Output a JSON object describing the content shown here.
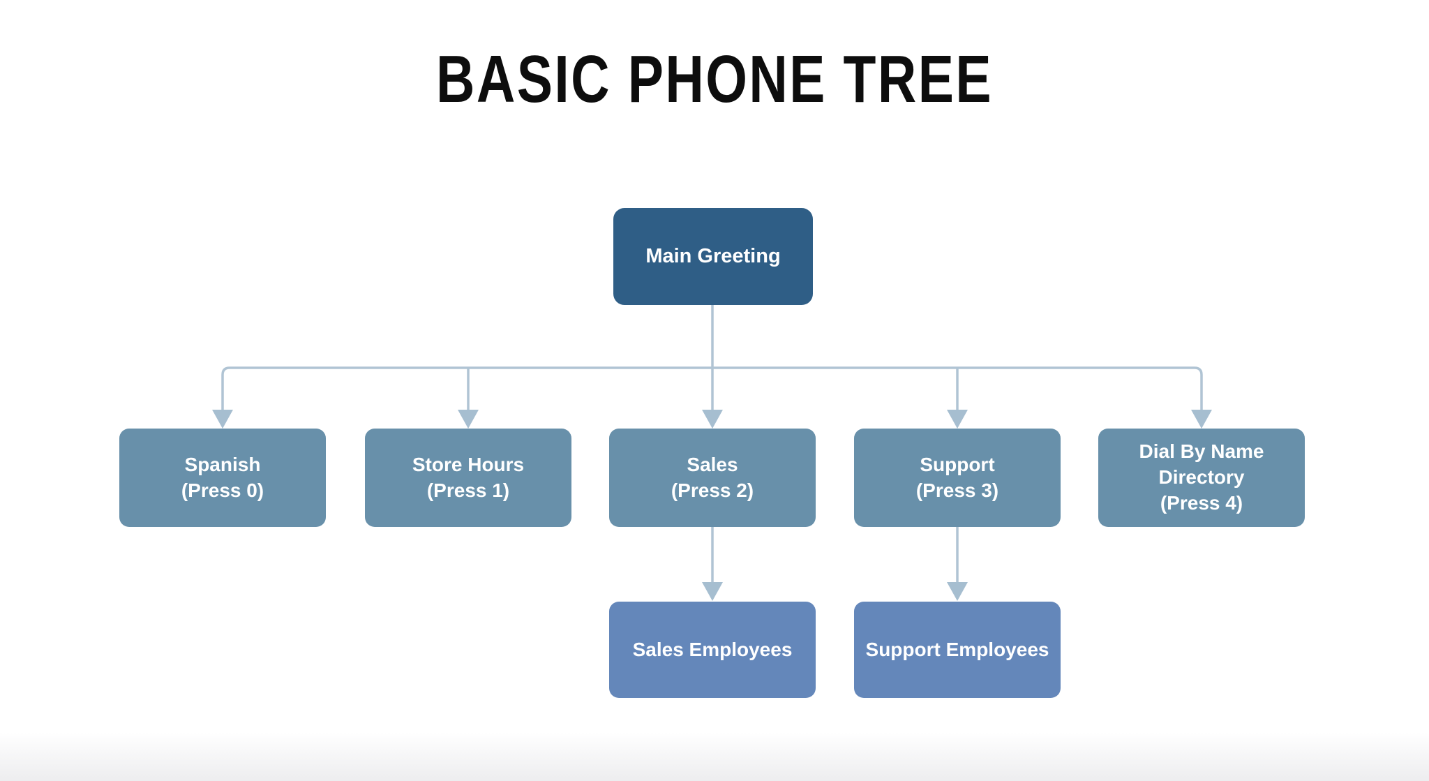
{
  "title": "BASIC PHONE TREE",
  "colors": {
    "background": "#ffffff",
    "title_color": "#0d0d0d",
    "root_fill": "#2f5e86",
    "menu_fill": "#6890aa",
    "leaf_fill": "#6487ba",
    "connector_color": "#b0c4d4",
    "arrowhead_color": "#a6bed0",
    "node_text_color": "#ffffff"
  },
  "tree": {
    "root": {
      "label": "Main Greeting"
    },
    "menu_options": [
      {
        "label": "Spanish\n(Press 0)"
      },
      {
        "label": "Store Hours\n(Press 1)"
      },
      {
        "label": "Sales\n(Press 2)"
      },
      {
        "label": "Support\n(Press 3)"
      },
      {
        "label": "Dial By Name\nDirectory\n(Press 4)"
      }
    ],
    "sub_nodes": [
      {
        "label": "Sales Employees"
      },
      {
        "label": "Support Employees"
      }
    ]
  }
}
